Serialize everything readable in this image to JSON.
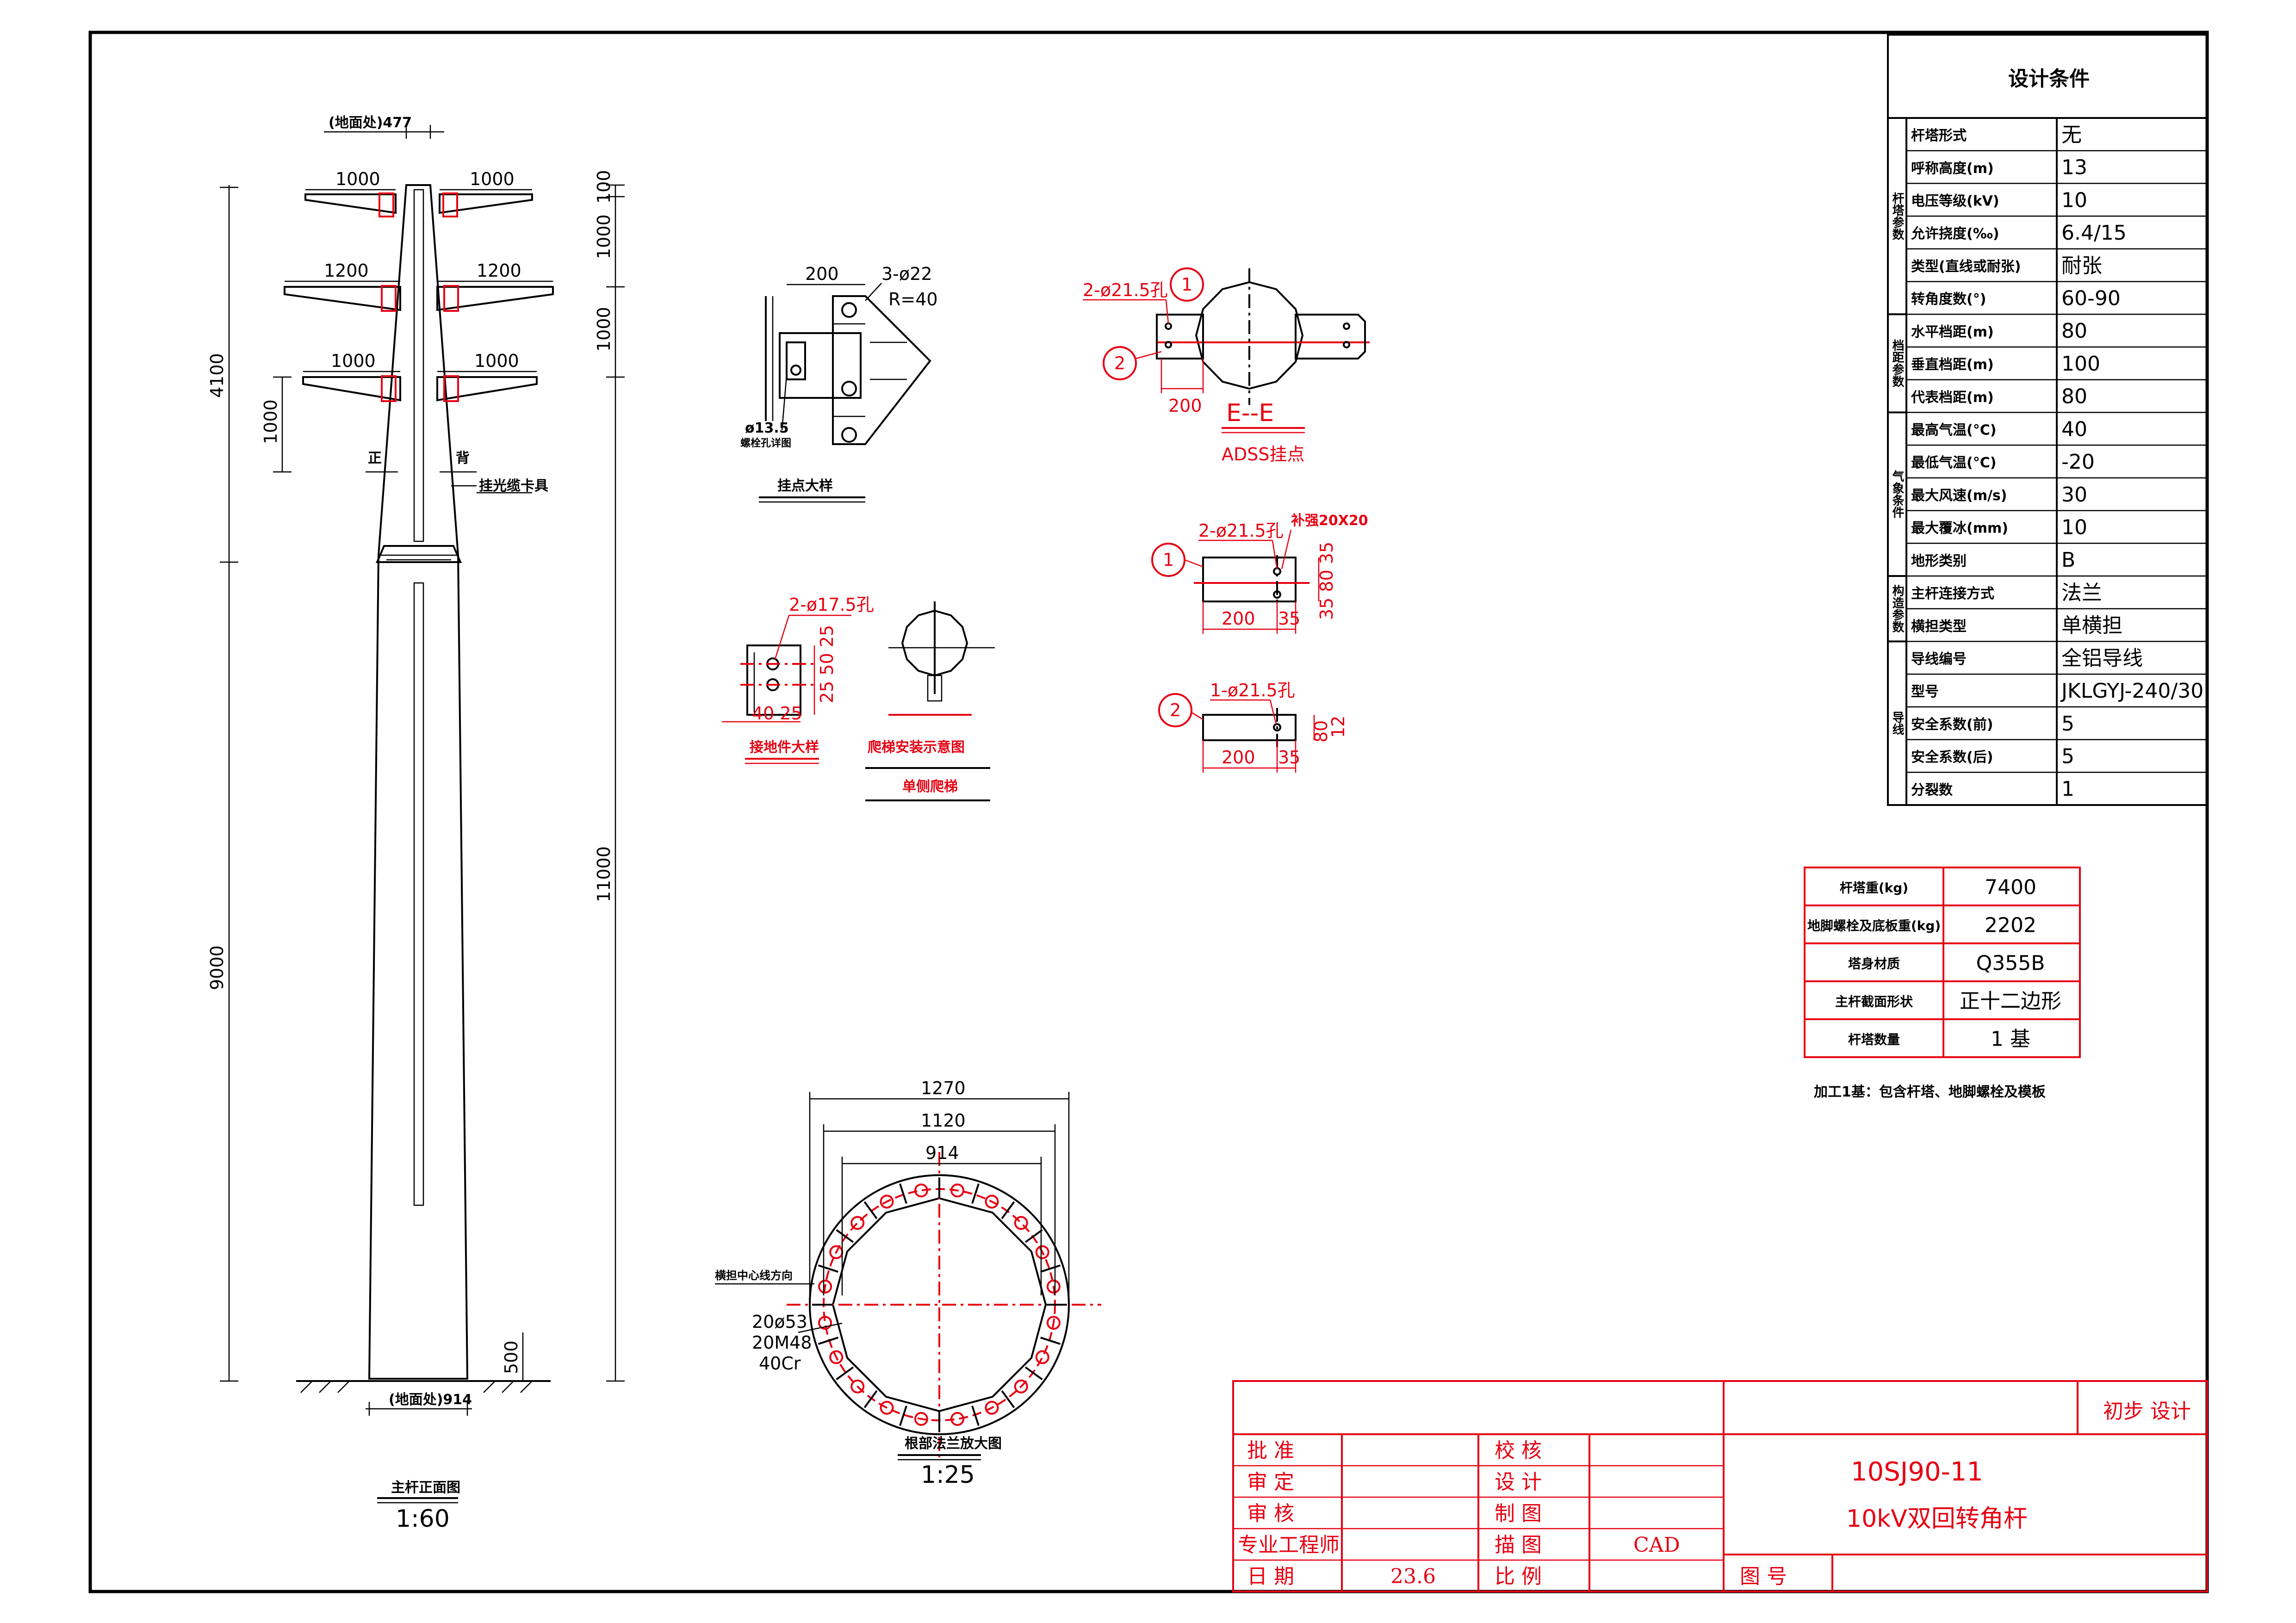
{
  "main_view": {
    "top_width_label": "(地面处)477",
    "base_width_label": "(地面处)914",
    "arm_spans": [
      "1000",
      "1000",
      "1200",
      "1200",
      "1000",
      "1000"
    ],
    "right_dims": [
      "100",
      "1000",
      "1000"
    ],
    "left_dim_4100": "4100",
    "left_dim_1000": "1000",
    "left_dim_9000": "9000",
    "right_dim_11000": "11000",
    "dim_500": "500",
    "label_tag_left": "正",
    "label_tag_right": "背",
    "label_hang": "挂光缆卡具",
    "title": "主杆正面图",
    "scale": "1:60"
  },
  "detail_hang": {
    "dim_200": "200",
    "holes": "3-ø22",
    "radius": "R=40",
    "small_hole": "ø13.5",
    "small_hole_note": "螺栓孔详图",
    "title": "挂点大样"
  },
  "detail_adss": {
    "holes": "2-ø21.5孔",
    "tag1": "1",
    "tag2": "2",
    "dim_200": "200",
    "section": "E--E",
    "title": "ADSS挂点"
  },
  "detail_plate1": {
    "holes": "2-ø21.5孔",
    "note": "补强20X20",
    "tag": "1",
    "dim_200": "200",
    "dim_35": "35",
    "dims_v": "35 80 35"
  },
  "detail_plate2": {
    "holes": "1-ø21.5孔",
    "tag": "2",
    "dim_200": "200",
    "dim_35": "35",
    "dims_v": "80",
    "dim_12": "12"
  },
  "detail_ground": {
    "holes": "2-ø17.5孔",
    "dims_h": "40 25",
    "dims_v": "25 50 25",
    "title": "接地件大样"
  },
  "detail_climb": {
    "title": "爬梯安装示意图",
    "subtitle": "单侧爬梯"
  },
  "detail_flange": {
    "dim_1270": "1270",
    "dim_1120": "1120",
    "dim_914": "914",
    "bolts_1": "20ø53",
    "bolts_2": "20M48",
    "bolts_3": "40Cr",
    "direction": "横担中心线方向",
    "title": "根部法兰放大图",
    "scale": "1:25"
  },
  "design_conditions": {
    "title": "设计条件",
    "group_labels": [
      "杆塔参数",
      "档距参数",
      "气象条件",
      "构造参数",
      "导线"
    ],
    "rows": [
      {
        "label": "杆塔形式",
        "value": "无"
      },
      {
        "label": "呼称高度(m)",
        "value": "13"
      },
      {
        "label": "电压等级(kV)",
        "value": "10"
      },
      {
        "label": "允许挠度(‰)",
        "value": "6.4/15"
      },
      {
        "label": "类型(直线或耐张)",
        "value": "耐张"
      },
      {
        "label": "转角度数(°)",
        "value": "60-90"
      },
      {
        "label": "水平档距(m)",
        "value": "80"
      },
      {
        "label": "垂直档距(m)",
        "value": "100"
      },
      {
        "label": "代表档距(m)",
        "value": "80"
      },
      {
        "label": "最高气温(°C)",
        "value": "40"
      },
      {
        "label": "最低气温(°C)",
        "value": "-20"
      },
      {
        "label": "最大风速(m/s)",
        "value": "30"
      },
      {
        "label": "最大覆冰(mm)",
        "value": "10"
      },
      {
        "label": "地形类别",
        "value": "B"
      },
      {
        "label": "主杆连接方式",
        "value": "法兰"
      },
      {
        "label": "横担类型",
        "value": "单横担"
      },
      {
        "label": "导线编号",
        "value": "全铝导线"
      },
      {
        "label": "型号",
        "value": "JKLGYJ-240/30"
      },
      {
        "label": "安全系数(前)",
        "value": "5"
      },
      {
        "label": "安全系数(后)",
        "value": "5"
      },
      {
        "label": "分裂数",
        "value": "1"
      }
    ]
  },
  "weight_table": {
    "rows": [
      {
        "label": "杆塔重(kg)",
        "value": "7400"
      },
      {
        "label": "地脚螺栓及底板重(kg)",
        "value": "2202"
      },
      {
        "label": "塔身材质",
        "value": "Q355B"
      },
      {
        "label": "主杆截面形状",
        "value": "正十二边形"
      },
      {
        "label": "杆塔数量",
        "value": "1 基"
      }
    ],
    "note": "加工1基：包含杆塔、地脚螺栓及模板"
  },
  "title_block": {
    "stage": "初步  设计",
    "left_labels": [
      "批  准",
      "审  定",
      "审  核",
      "专业工程师",
      "日  期"
    ],
    "mid_labels": [
      "校  核",
      "设  计",
      "制  图",
      "描  图",
      "比  例"
    ],
    "date_value": "23.6",
    "draw_value": "CAD",
    "drawing_code": "10SJ90-11",
    "drawing_name": "10kV双回转角杆",
    "drawing_no_label": "图  号"
  },
  "colors": {
    "line": "#000000",
    "accent": "#e60012"
  }
}
